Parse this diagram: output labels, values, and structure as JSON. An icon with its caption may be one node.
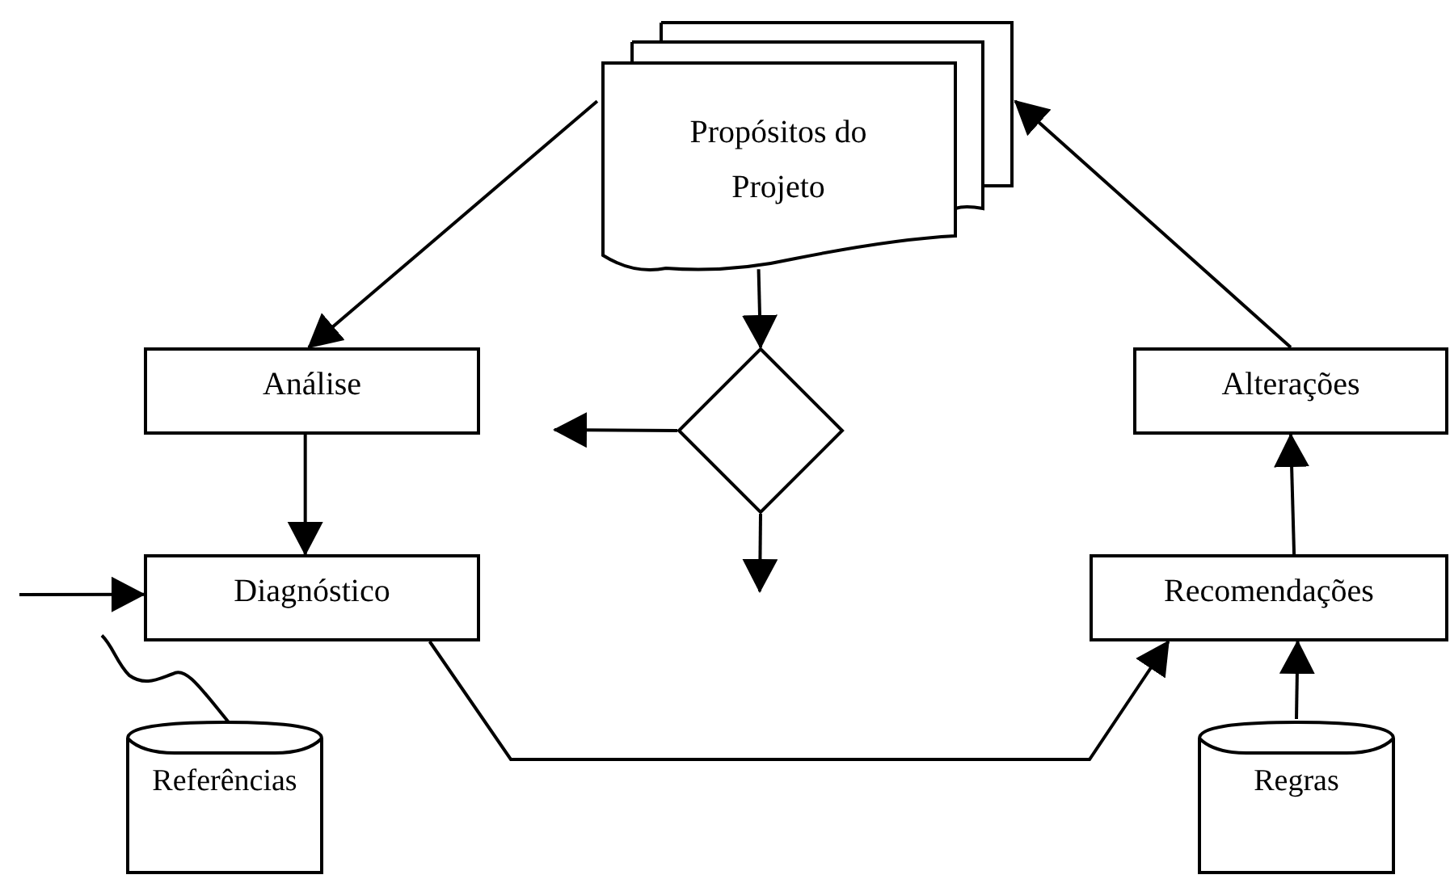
{
  "diagram": {
    "nodes": [
      {
        "text": [
          "Propósitos do Projeto"
        ]
      },
      {
        "text": [
          "Análise"
        ]
      },
      {
        "text": [],
        "shape": "diamond"
      },
      {
        "text": [
          "Alterações"
        ]
      },
      {
        "text": [
          "Diagnóstico"
        ]
      },
      {
        "text": [
          "Recomendações"
        ]
      },
      {
        "text": [
          "Referências"
        ]
      },
      {
        "text": [
          "Regras"
        ]
      }
    ],
    "edges": [
      {
        "from": 0,
        "to": 1,
        "arrow": "to"
      },
      {
        "from": 0,
        "to": 2,
        "arrow": "to"
      },
      {
        "from": 2,
        "to": null,
        "arrow": "to"
      },
      {
        "from": 2,
        "to": null,
        "arrow": "to"
      },
      {
        "from": 1,
        "to": 4,
        "arrow": "to"
      },
      {
        "from": null,
        "to": 4,
        "arrow": "to"
      },
      {
        "from": 6,
        "to": 4,
        "arrow": "none"
      },
      {
        "from": 4,
        "to": 5,
        "arrow": "to"
      },
      {
        "from": 7,
        "to": 5,
        "arrow": "to"
      },
      {
        "from": 5,
        "to": 3,
        "arrow": "to"
      },
      {
        "from": 3,
        "to": 0,
        "arrow": "to"
      }
    ]
  }
}
